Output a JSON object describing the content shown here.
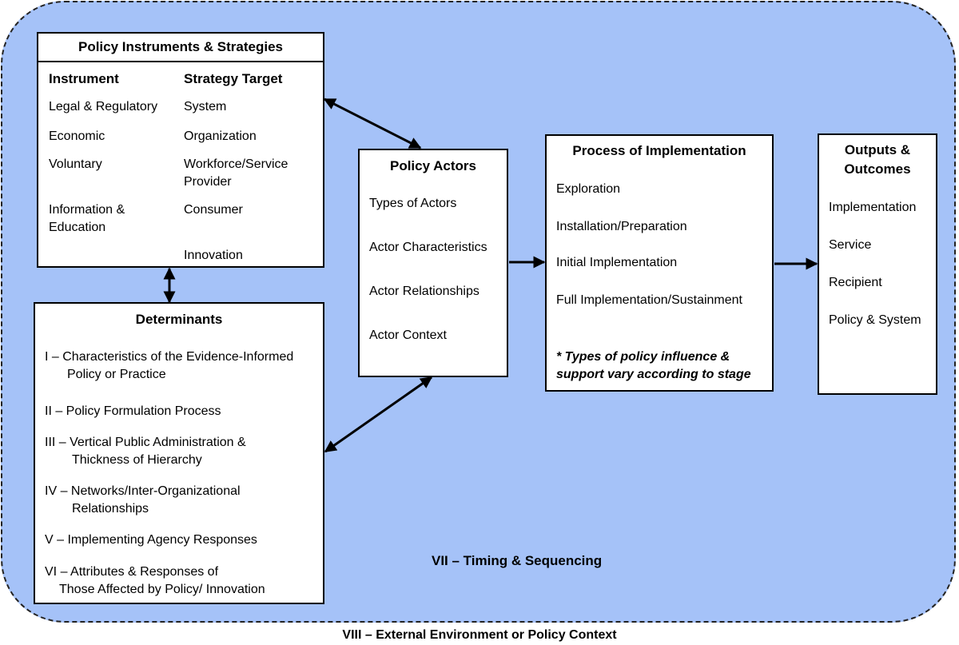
{
  "external_environment": "VIII – External Environment or Policy Context",
  "timing": "VII – Timing & Sequencing",
  "policy_instruments": {
    "title": "Policy Instruments & Strategies",
    "instrument_header": "Instrument",
    "strategy_header": "Strategy Target",
    "instruments": [
      "Legal & Regulatory",
      "Economic",
      "Voluntary",
      "Information &",
      "Education"
    ],
    "strategies": [
      "System",
      "Organization",
      "Workforce/Service",
      "Provider",
      "Consumer",
      "Innovation"
    ]
  },
  "determinants": {
    "title": "Determinants",
    "items": [
      "I – Characteristics of the Evidence-Informed",
      "Policy or Practice",
      "II – Policy Formulation Process",
      "III – Vertical Public Administration &",
      "Thickness of Hierarchy",
      "IV – Networks/Inter-Organizational",
      "Relationships",
      "V – Implementing Agency Responses",
      "VI – Attributes & Responses of",
      "Those Affected by Policy/ Innovation"
    ]
  },
  "policy_actors": {
    "title": "Policy Actors",
    "items": [
      "Types of Actors",
      "Actor Characteristics",
      "Actor Relationships",
      "Actor Context"
    ]
  },
  "process": {
    "title": "Process of Implementation",
    "stages": [
      "Exploration",
      "Installation/Preparation",
      "Initial Implementation",
      "Full Implementation/Sustainment"
    ],
    "note_line1": "* Types of policy influence &",
    "note_line2": "support vary according to stage"
  },
  "outputs": {
    "title_line1": "Outputs &",
    "title_line2": "Outcomes",
    "items": [
      "Implementation",
      "Service",
      "Recipient",
      "Policy & System"
    ]
  }
}
